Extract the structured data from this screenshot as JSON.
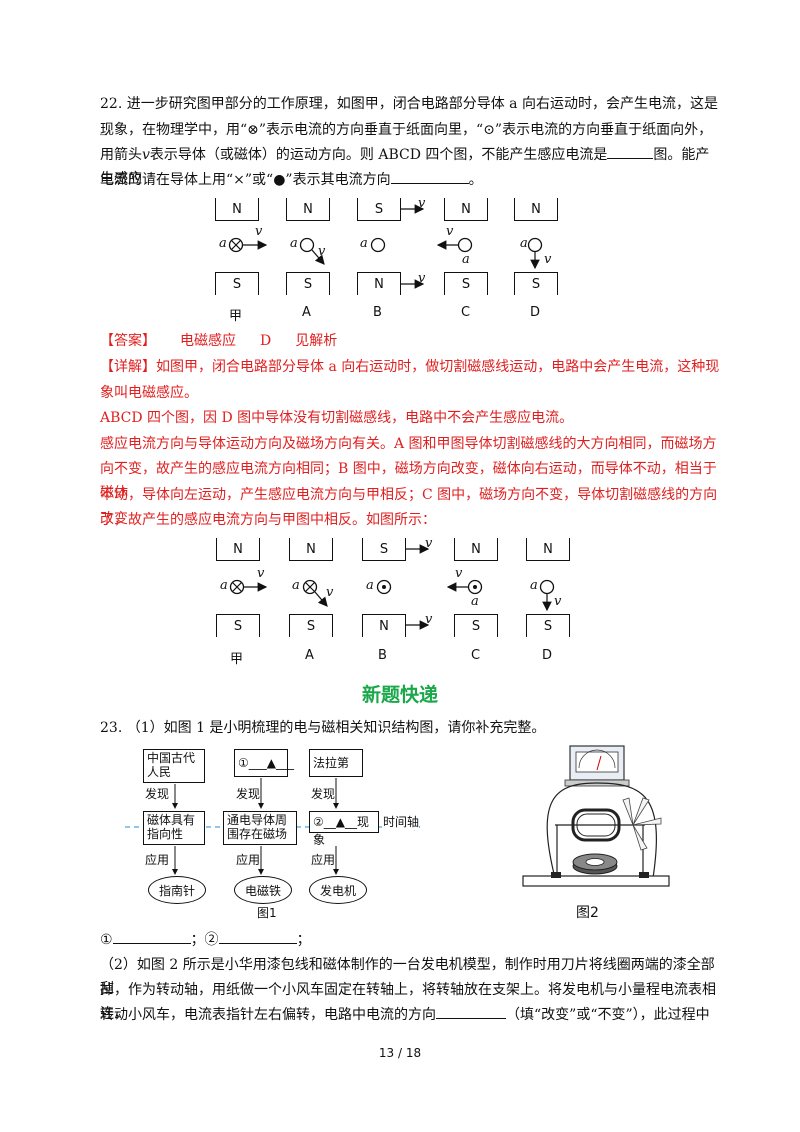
{
  "q22": {
    "line1": "22. 进一步研究图甲部分的工作原理，如图甲，闭合电路部分导体 a 向右运动时，会产生电流，这是_",
    "line2": "现象，在物理学中，用“⊗”表示电流的方向垂直于纸面向里，“⊙”表示电流的方向垂直于纸面向外，",
    "line3a": "用箭头",
    "line3v": "v",
    "line3b": "表示导体（或磁体）的运动方向。则 ABCD 四个图，不能产生感应电流是",
    "line3c": "图。能产生感应",
    "line4a": "电流的请在导体上用“×”或“●”表示其电流方向",
    "line4b": "。"
  },
  "diagram1": {
    "tops": [
      "N",
      "N",
      "S",
      "N",
      "N"
    ],
    "bottoms": [
      "S",
      "S",
      "N",
      "S",
      "S"
    ],
    "labels": [
      "甲",
      "A",
      "B",
      "C",
      "D"
    ],
    "a": "a",
    "v": "v"
  },
  "answer": {
    "tag": "【答案】",
    "a1": "电磁感应",
    "a2": "D",
    "a3": "见解析"
  },
  "detail": {
    "tag": "【详解】",
    "p1a": "如图甲，闭合电路部分导体 a 向右运动时，做切割磁感线运动，电路中会产生电流，这种现",
    "p1b": "象叫电磁感应。",
    "p2": "ABCD 四个图，因 D 图中导体没有切割磁感线，电路中不会产生感应电流。",
    "p3a": "感应电流方向与导体运动方向及磁场方向有关。A 图和甲图导体切割磁感线的大方向相同，而磁场方",
    "p3b": "向不变，故产生的感应电流方向相同；B 图中，磁场方向改变，磁体向右运动，而导体不动，相当于磁体",
    "p3c": "不动，导体向左运动，产生感应电流方向与甲相反；C 图中，磁场方向不变，导体切割磁感线的方向改变",
    "p3d": "了，故产生的感应电流方向与甲图中相反。如图所示："
  },
  "diagram2": {
    "tops": [
      "N",
      "N",
      "S",
      "N",
      "N"
    ],
    "bottoms": [
      "S",
      "S",
      "N",
      "S",
      "S"
    ],
    "labels": [
      "甲",
      "A",
      "B",
      "C",
      "D"
    ]
  },
  "section_title": "新题快递",
  "q23": {
    "line1": "23. （1）如图 1 是小明梳理的电与磁相关知识结构图，请你补充完整。",
    "box1": "中国古代人民",
    "box2": "①___▲___",
    "box3": "法拉第",
    "found": "发现",
    "mid1": "磁体具有指向性",
    "mid2": "通电导体周围存在磁场",
    "mid3": "②__▲__现象",
    "timeaxis": "时间轴",
    "apply": "应用",
    "ell1": "指南针",
    "ell2": "电磁铁",
    "ell3": "发电机",
    "fig1": "图1",
    "fig2": "图2",
    "blank1": "①",
    "blank2": "；②",
    "blank_end": "；",
    "p2a": "（2）如图 2 所示是小华用漆包线和磁体制作的一台发电机模型，制作时用刀片将线圈两端的漆全部刮",
    "p2b": "掉，作为转动轴，用纸做一个小风车固定在转轴上，将转轴放在支架上。将发电机与小量程电流表相连，",
    "p2c": "转动小风车，电流表指针左右偏转，电路中电流的方向",
    "p2d": "（填“改变”或“不变”），此过程中"
  },
  "page": "13 / 18"
}
